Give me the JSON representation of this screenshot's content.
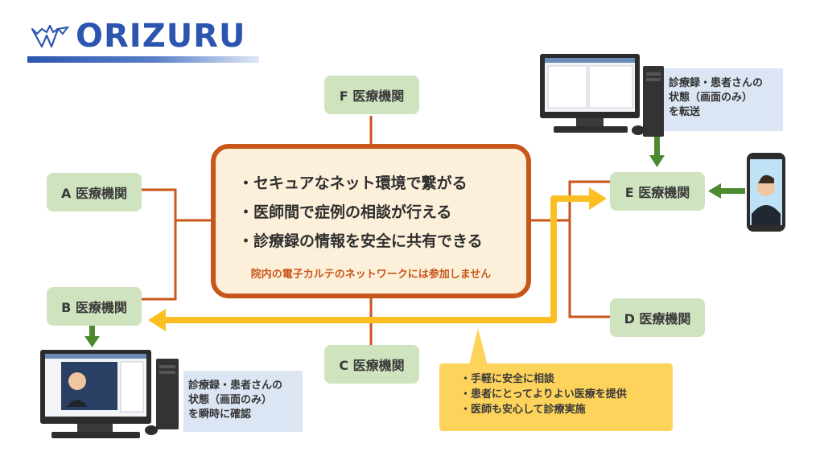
{
  "logo": {
    "text": "ORIZURU",
    "icon": "crane-icon",
    "color": "#2c55b0"
  },
  "nodes": {
    "a": "A 医療機関",
    "b": "B 医療機関",
    "c": "C 医療機関",
    "d": "D 医療機関",
    "e": "E 医療機関",
    "f": "F 医療機関"
  },
  "center": {
    "lines": [
      "・セキュアなネット環境で繋がる",
      "・医師間で症例の相談が行える",
      "・診療録の情報を安全に共有できる"
    ],
    "note": "院内の電子カルテのネットワークには参加しません"
  },
  "top_right_box": {
    "lines": [
      "診療録・患者さんの",
      "状態（画面のみ）",
      "を転送"
    ]
  },
  "bottom_left_box": {
    "lines": [
      "診療録・患者さんの",
      "状態（画面のみ）",
      "を瞬時に確認"
    ]
  },
  "benefits": {
    "lines": [
      "・手軽に安全に相談",
      "・患者にとってよりよい医療を提供",
      "・医師も安心して診療実施"
    ]
  },
  "colors": {
    "node": "#cfe3bf",
    "wire": "#c8561b",
    "arrow": "#fbbf24",
    "green_arrow": "#4d8a2f",
    "blue_panel": "#dbe5f4",
    "callout": "#fdd35b"
  }
}
